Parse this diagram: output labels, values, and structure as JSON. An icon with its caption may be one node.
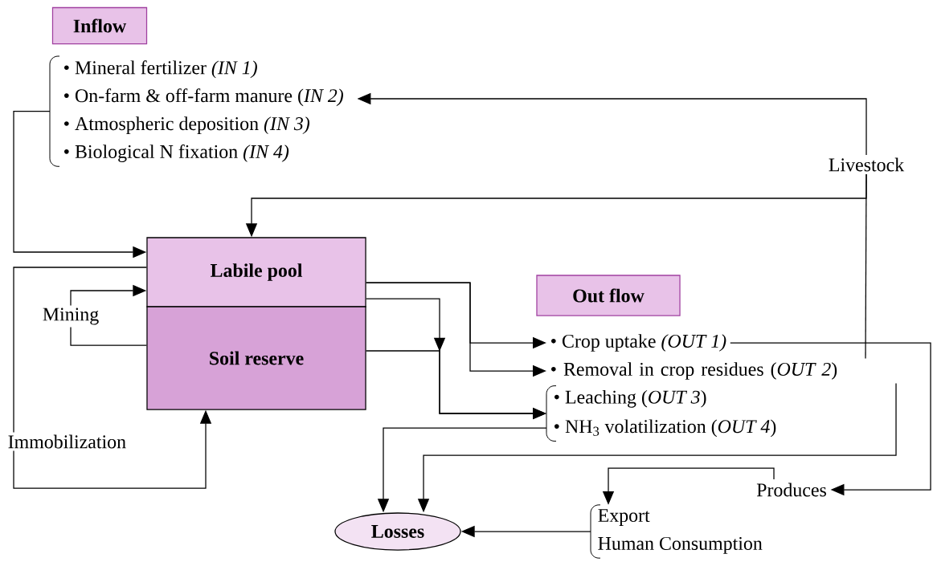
{
  "diagram": {
    "nodes": [
      {
        "text": [
          "Inflow"
        ]
      },
      {
        "text": [
          "• Mineral fertilizer *(IN 1)*",
          "• On-farm & off-farm manure (*IN 2)*",
          "• Atmospheric deposition *(IN 3)*",
          "• Biological N fixation *(IN 4)*"
        ]
      },
      {
        "text": [
          "Labile pool"
        ]
      },
      {
        "text": [
          "Soil reserve"
        ]
      },
      {
        "text": [
          "Livestock"
        ]
      },
      {
        "text": [
          "Out flow"
        ]
      },
      {
        "text": [
          "• Crop uptake *(OUT 1)*"
        ]
      },
      {
        "text": [
          "• Removal in crop residues (*OUT 2*)"
        ]
      },
      {
        "text": [
          "• Leaching (*OUT 3*)",
          "• NH$_{3}$ volatilization (*OUT 4*)"
        ]
      },
      {
        "text": [
          "Losses"
        ]
      },
      {
        "text": [
          "Produces"
        ]
      },
      {
        "text": [
          "Export",
          "Human Consumption"
        ]
      }
    ],
    "edges": [
      {
        "from": 1,
        "to": 2,
        "arrow": "to"
      },
      {
        "from": 4,
        "to": 1,
        "arrow": "to"
      },
      {
        "from": 4,
        "to": 2,
        "arrow": "to"
      },
      {
        "from": 7,
        "to": 4,
        "arrow": "none"
      },
      {
        "from": 2,
        "to": 6,
        "arrow": "to"
      },
      {
        "from": 2,
        "to": 7,
        "arrow": "to"
      },
      {
        "from": 2,
        "to": 8,
        "arrow": "to"
      },
      {
        "from": 3,
        "to": 8,
        "arrow": "to"
      },
      {
        "from": 3,
        "to": 2,
        "arrow": "to",
        "label": "Mining"
      },
      {
        "from": 2,
        "to": 3,
        "arrow": "to",
        "label": "Immobilization"
      },
      {
        "from": 6,
        "to": 10,
        "arrow": "to"
      },
      {
        "from": 10,
        "to": 11,
        "arrow": "to"
      },
      {
        "from": 11,
        "to": 9,
        "arrow": "to"
      },
      {
        "from": 8,
        "to": 9,
        "arrow": "to"
      },
      {
        "from": 7,
        "to": 9,
        "arrow": "to"
      }
    ]
  }
}
